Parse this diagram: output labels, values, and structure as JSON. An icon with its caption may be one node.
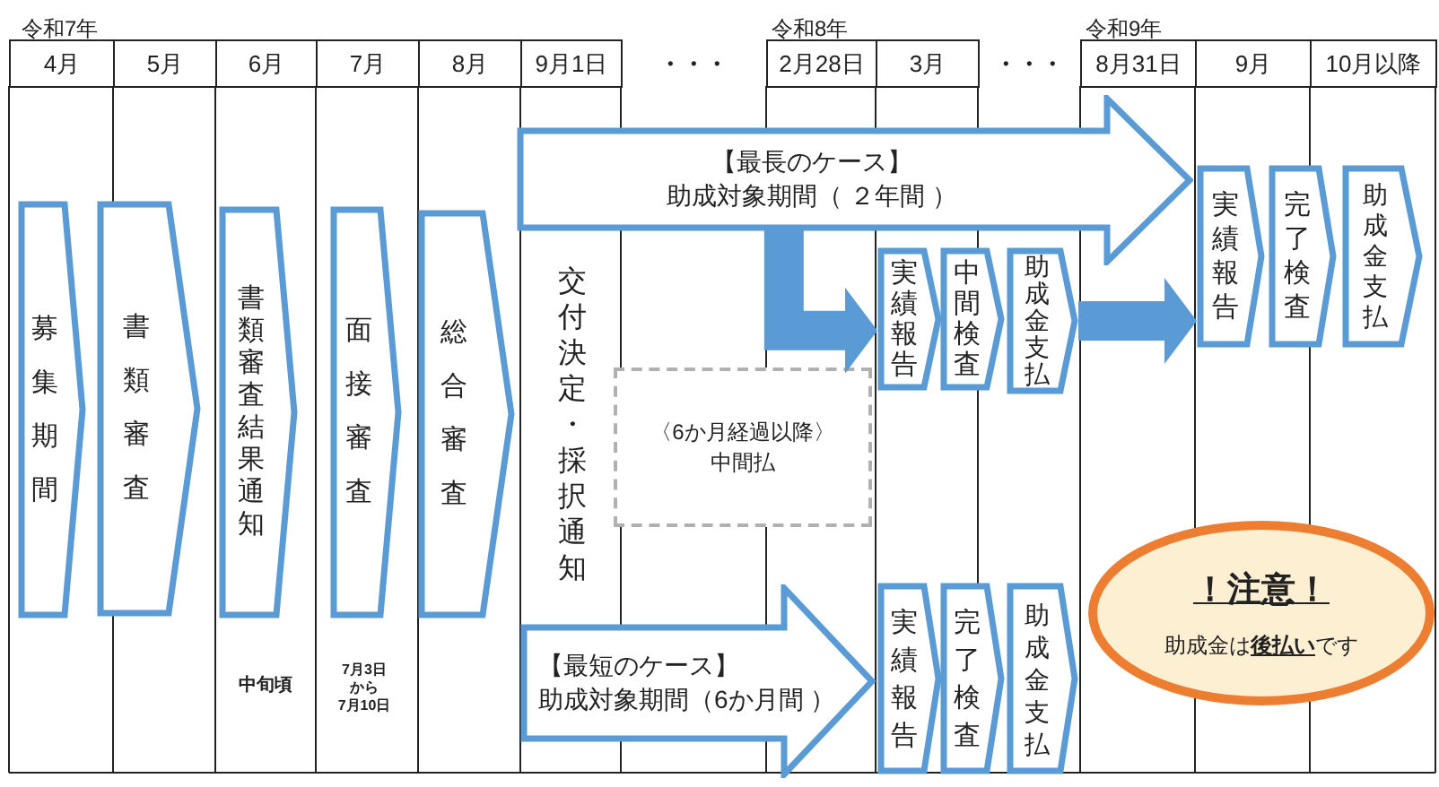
{
  "diagram": {
    "nodes": [
      {
        "text": [
          "募集期間"
        ]
      },
      {
        "text": [
          "書類審査"
        ]
      },
      {
        "text": [
          "書類審査結果通知"
        ]
      },
      {
        "text": [
          "面接審査"
        ]
      },
      {
        "text": [
          "総合審査"
        ]
      },
      {
        "text": [
          "交付決定・採択通知"
        ]
      },
      {
        "text": [
          "【最長のケース】",
          "助成対象期間（ ２年間 ）"
        ]
      },
      {
        "text": [
          "実績報告"
        ]
      },
      {
        "text": [
          "中間検査"
        ]
      },
      {
        "text": [
          "助成金支払"
        ]
      },
      {
        "text": [
          "〈6か月経過以降〉中間払"
        ]
      },
      {
        "text": [
          "実績報告"
        ]
      },
      {
        "text": [
          "完了検査"
        ]
      },
      {
        "text": [
          "助成金支払"
        ]
      },
      {
        "text": [
          "【最短のケース】",
          "助成対象期間（6か月間 ）"
        ]
      },
      {
        "text": [
          "実績報告"
        ]
      },
      {
        "text": [
          "完了検査"
        ]
      },
      {
        "text": [
          "助成金支払"
        ]
      },
      {
        "text": [
          "！注意！",
          "助成金は**後払い**です"
        ]
      }
    ],
    "edges": [
      {
        "from": 6,
        "to": 7,
        "arrow": "to"
      },
      {
        "from": 9,
        "to": 11,
        "arrow": "to"
      }
    ],
    "labels": [
      "令和7年",
      "令和8年",
      "令和9年",
      "4月",
      "5月",
      "6月",
      "7月",
      "8月",
      "9月1日",
      "・・・",
      "2月28日",
      "3月",
      "・・・",
      "8月31日",
      "9月",
      "10月以降",
      "中旬頃",
      "7月3日",
      "から",
      "7月10日"
    ]
  }
}
